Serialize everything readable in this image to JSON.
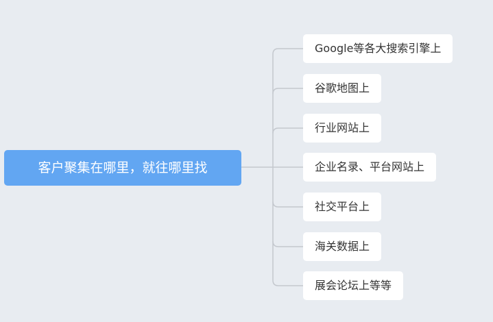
{
  "mindmap": {
    "root": {
      "label": "客户聚集在哪里，就往哪里找"
    },
    "children": [
      {
        "label": "Google等各大搜索引擎上"
      },
      {
        "label": "谷歌地图上"
      },
      {
        "label": "行业网站上"
      },
      {
        "label": "企业名录、平台网站上"
      },
      {
        "label": "社交平台上"
      },
      {
        "label": "海关数据上"
      },
      {
        "label": "展会论坛上等等"
      }
    ],
    "colors": {
      "background": "#e8ecf1",
      "root_fill": "#62a6f2",
      "root_text": "#ffffff",
      "child_fill": "#ffffff",
      "child_text": "#333333",
      "connector": "#c4c8ce"
    }
  }
}
